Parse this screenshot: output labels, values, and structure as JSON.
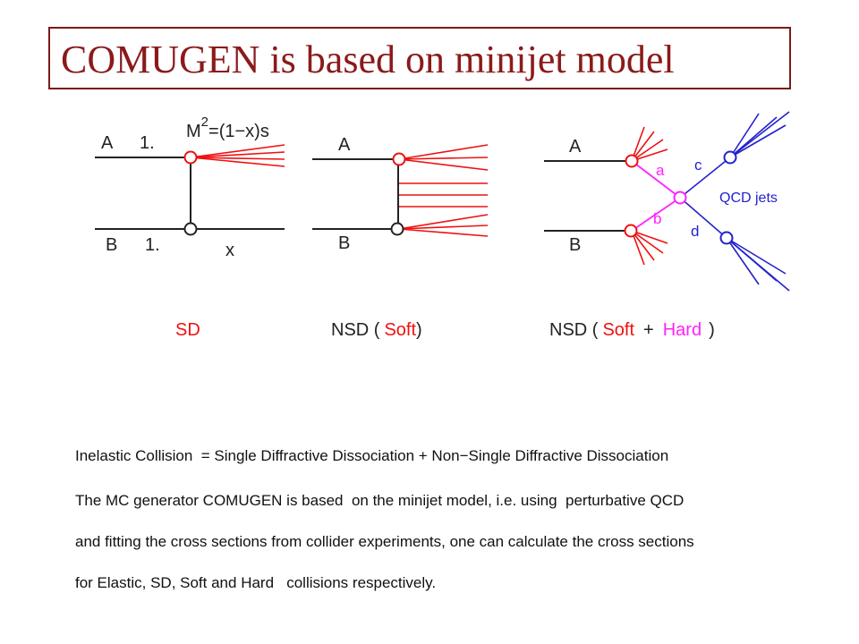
{
  "title": "COMUGEN is based on minijet model",
  "colors": {
    "title": "#8b1a1a",
    "red": "#ee1111",
    "magenta": "#ff22ff",
    "blue": "#2222cc",
    "line": "#222222"
  },
  "diagram_sd": {
    "a_label": "A",
    "b_label": "B",
    "a_value": "1.",
    "b_value": "1.",
    "mass_formula_m": "M",
    "mass_formula_exp": "2",
    "mass_formula_rest": "=(1−x)s",
    "x_label": "x",
    "caption": "SD"
  },
  "diagram_nsd_soft": {
    "a_label": "A",
    "b_label": "B",
    "caption_prefix": "NSD (",
    "caption_soft": "Soft",
    "caption_suffix": ")"
  },
  "diagram_nsd_hard": {
    "a_label": "A",
    "b_label": "B",
    "parton_a": "a",
    "parton_b": "b",
    "parton_c": "c",
    "parton_d": "d",
    "jets_label": "QCD jets",
    "caption_prefix": "NSD (",
    "caption_soft": "Soft",
    "caption_plus": "+",
    "caption_hard": "Hard",
    "caption_suffix": ")"
  },
  "text_lines": [
    "Inelastic Collision  = Single Diffractive Dissociation + Non−Single Diffractive Dissociation",
    "The MC generator COMUGEN is based  on the minijet model, i.e. using  perturbative QCD",
    "and fitting the cross sections from collider experiments, one can calculate the cross sections",
    "for Elastic, SD, Soft and Hard   collisions respectively."
  ]
}
